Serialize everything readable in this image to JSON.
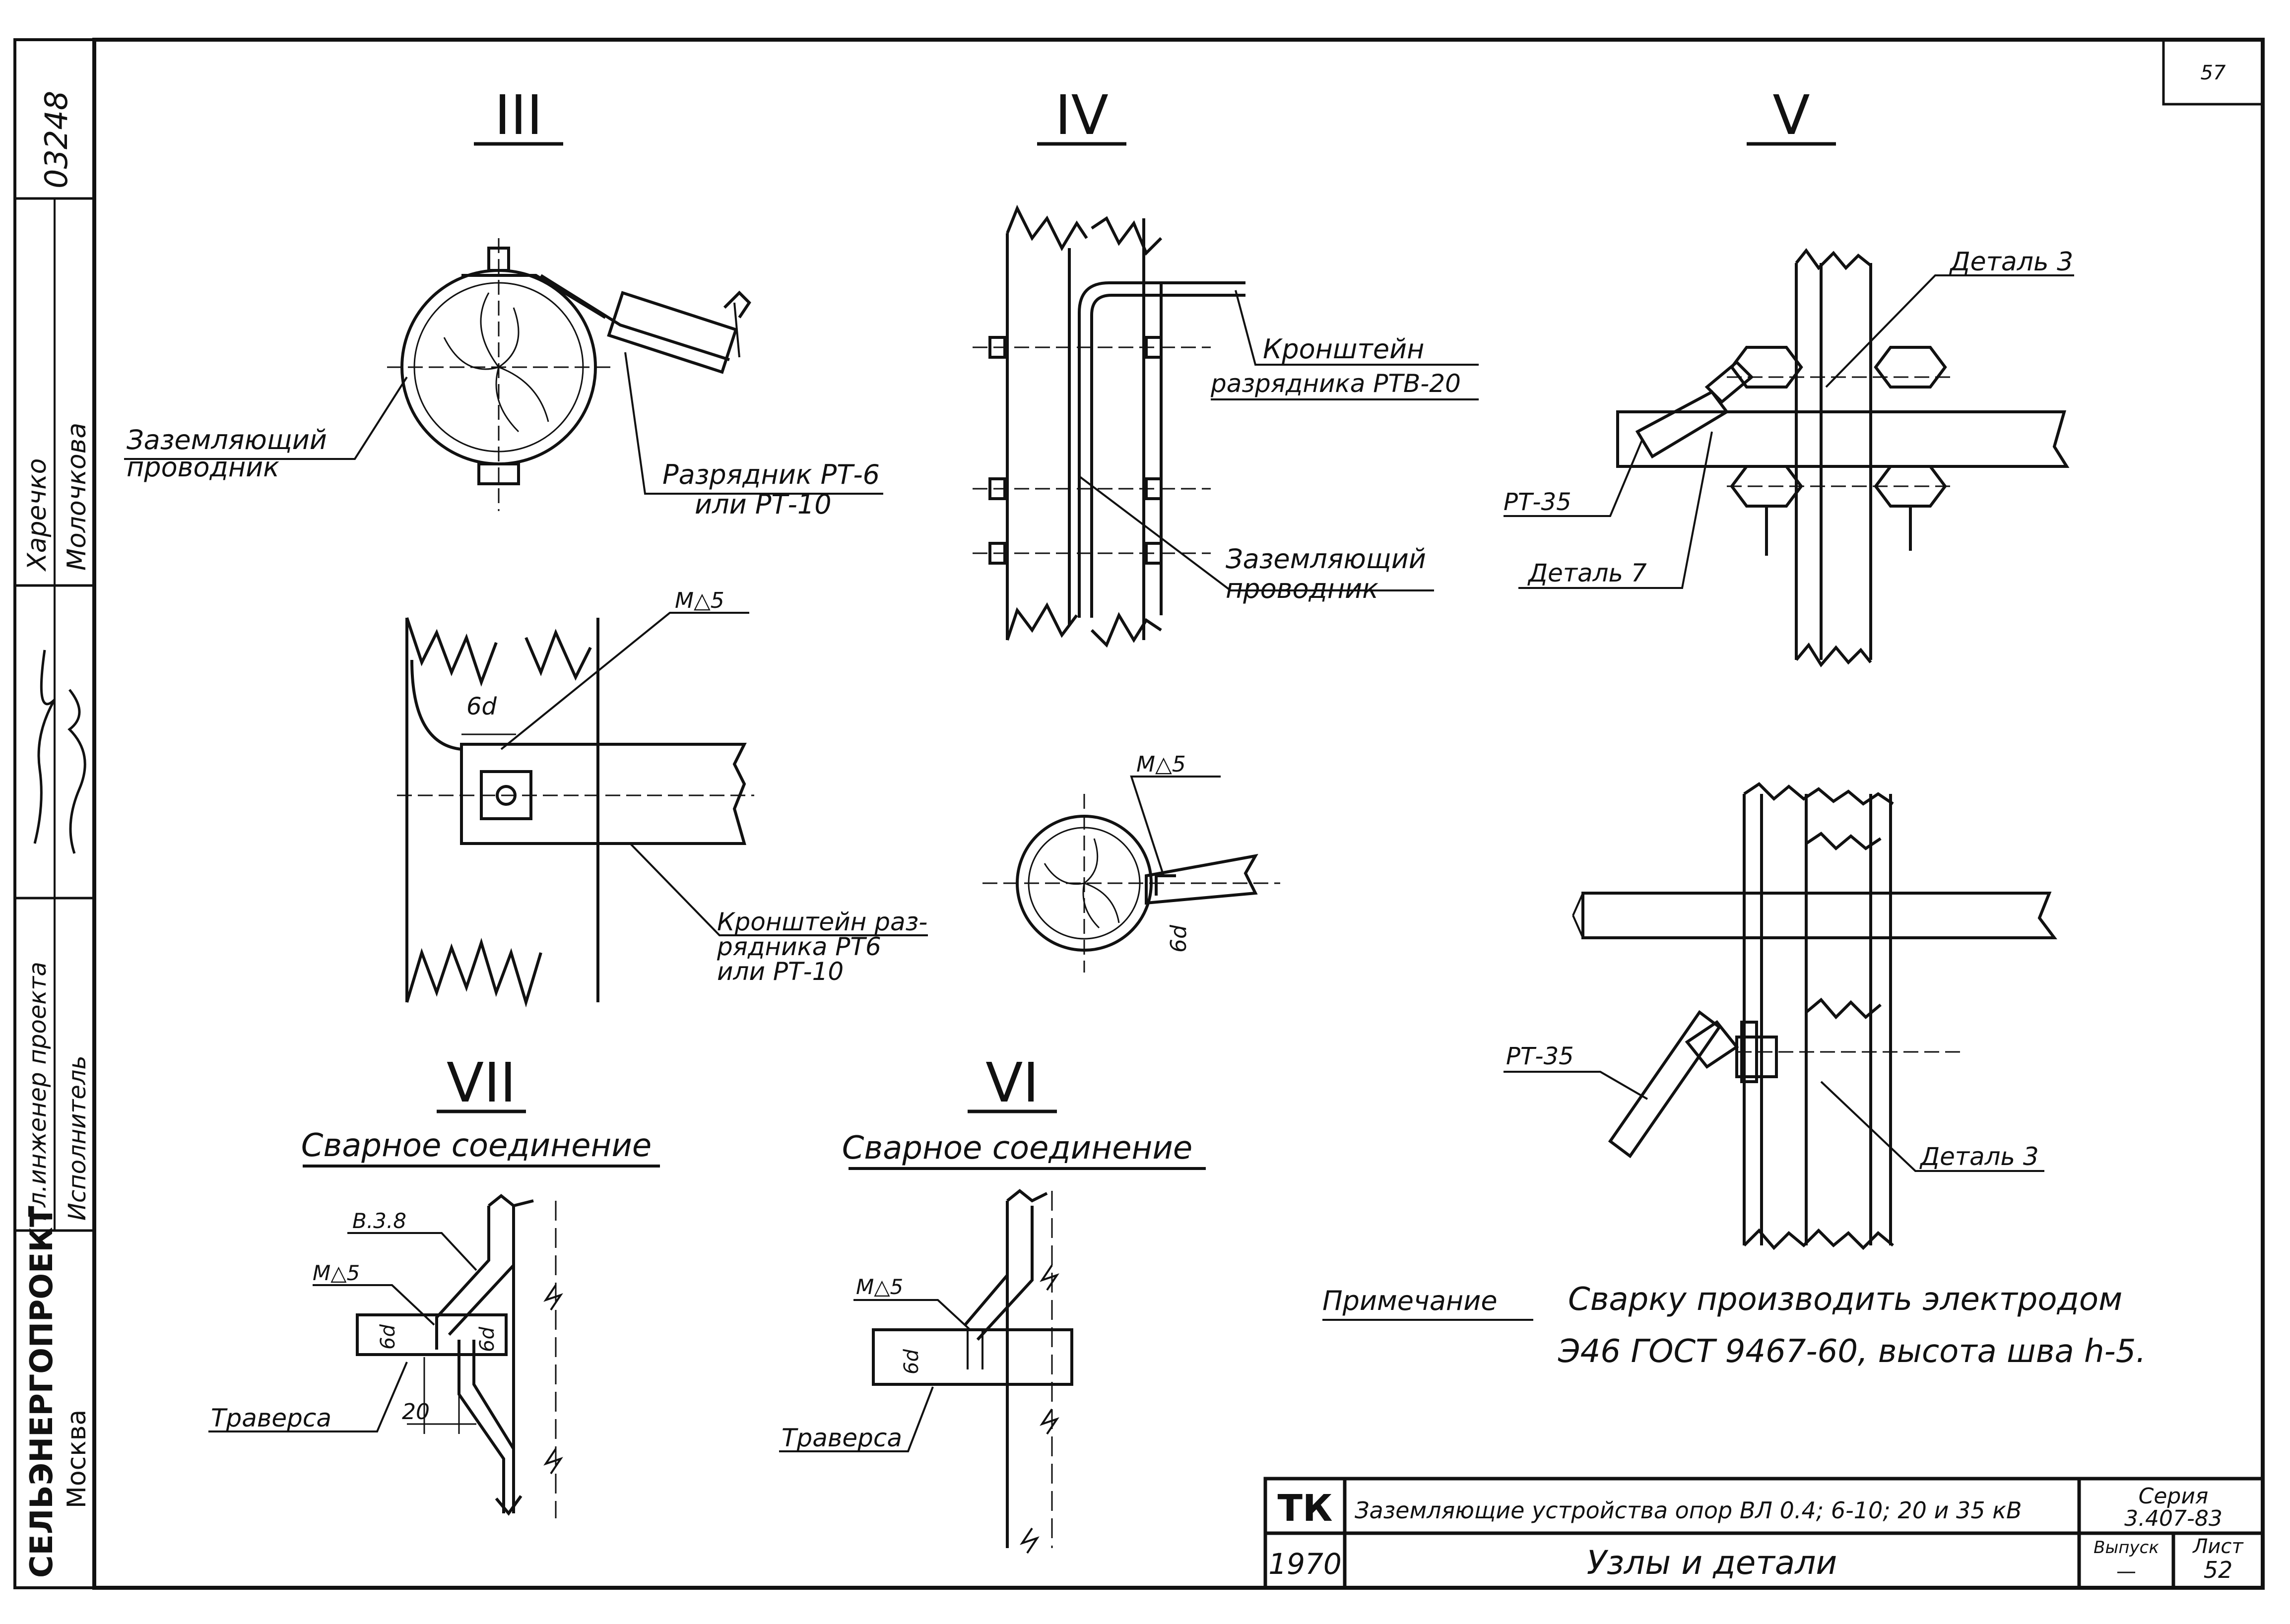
{
  "page_number": "57",
  "side_stamp": {
    "code": "03248",
    "names_top": "Харечко",
    "names_bottom": "Молочкова",
    "role_top": "Гл.инженер проекта",
    "role_bottom": "Исполнитель",
    "org": "СЕЛЬЭНЕРГОПРОЕКТ",
    "city": "Москва"
  },
  "views": {
    "III": "III",
    "IV": "IV",
    "V": "V",
    "VI": "VI",
    "VII": "VII"
  },
  "subtitles": {
    "vii": "Сварное соединение",
    "vi": "Сварное соединение"
  },
  "labels": {
    "grounding_conductor_1": "Заземляющий",
    "grounding_conductor_2": "проводник",
    "arrester_1": "Разрядник РТ-6",
    "arrester_2": "или РТ-10",
    "bracket_iv_1": "Кронштейн",
    "bracket_iv_2": "разрядника РТВ-20",
    "grounding_iv_1": "Заземляющий",
    "grounding_iv_2": "проводник",
    "detail3_top": "Деталь 3",
    "rt35_top": "РТ-35",
    "detail7": "Деталь 7",
    "weld_m5_a": "M△5",
    "weld_6d_a": "6d",
    "bracket_mid_1": "Кронштейн раз-",
    "bracket_mid_2": "рядника РТ6",
    "bracket_mid_3": "или РТ-10",
    "weld_m5_b": "M△5",
    "weld_6d_b": "6d",
    "rt35_bottom": "РТ-35",
    "detail3_bottom": "Деталь 3",
    "vii_b38": "В.3.8",
    "vii_m5": "M△5",
    "vii_6d_l": "6d",
    "vii_6d_r": "6d",
    "vii_20": "20",
    "vii_traverse": "Траверса",
    "vi_m5": "M△5",
    "vi_6d": "6d",
    "vi_traverse": "Траверса"
  },
  "note": {
    "title": "Примечание",
    "line1": "Сварку производить электродом",
    "line2": "Э46  ГОСТ 9467-60, высота шва h-5."
  },
  "title_block": {
    "tk": "ТК",
    "year": "1970",
    "title": "Заземляющие устройства опор ВЛ 0.4; 6-10; 20 и 35 кВ",
    "subtitle": "Узлы  и  детали",
    "series_label": "Серия",
    "series_value": "3.407-83",
    "issue_label": "Выпуск",
    "issue_value": "—",
    "sheet_label": "Лист",
    "sheet_value": "52"
  }
}
